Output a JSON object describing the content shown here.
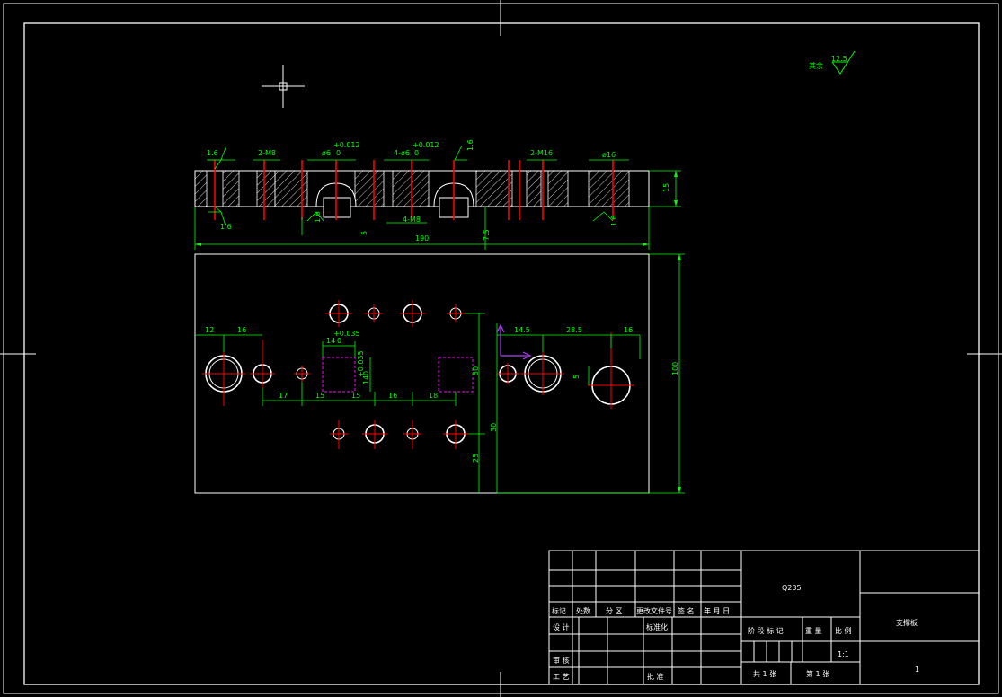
{
  "drawing": {
    "roughness_note_label": "其余",
    "roughness_note_value": "12.5",
    "section_view": {
      "labels": {
        "ra_left_top": "1.6",
        "thread_2m8": "2-M8",
        "bore_phi6": "ø6",
        "bore_phi6_zero": "0",
        "bore_phi6_tol": "+0.012",
        "holes_4phi6": "4-ø6",
        "holes_4phi6_zero": "0",
        "holes_4phi6_tol": "+0.012",
        "ra_top_mid": "1.6",
        "thread_2m16": "2-M16",
        "bore_phi16": "ø16",
        "thickness": "15",
        "ra_left_bottom": "1.6",
        "ra_bottom_a": "1.6",
        "dim_5": "5",
        "thread_4m8": "4-M8",
        "ra_bottom_b": "1.6",
        "overall_190": "190",
        "dim_7_5": "7.5"
      }
    },
    "plan_view": {
      "labels": {
        "dim_12": "12",
        "dim_16_left": "16",
        "dim_14_0": "14",
        "dim_14_0_zero": "0",
        "dim_14_0_tol": "+0.035",
        "dim_14_vert": "14",
        "dim_14_vert_zero": "0",
        "dim_14_vert_tol": "+0.035",
        "dim_50_mid": "50",
        "dim_17": "17",
        "dim_15_a": "15",
        "dim_15_b": "15",
        "dim_16_mid": "16",
        "dim_18": "18",
        "dim_14_5": "14.5",
        "dim_28_5": "28.5",
        "dim_16_right": "16",
        "dim_5_right": "5",
        "dim_30": "30",
        "dim_25": "25",
        "height_100": "100"
      }
    }
  },
  "title_block": {
    "material": "Q235",
    "part_name": "支撑板",
    "drawing_no": "1",
    "scale_value": "1:1",
    "headers": {
      "mark": "标记",
      "count": "处数",
      "zone": "分 区",
      "change_doc": "更改文件号",
      "signature": "签 名",
      "date": "年.月.日",
      "design": "设 计",
      "standardize": "标准化",
      "check": "审 核",
      "process": "工 艺",
      "approve": "批 准",
      "stage_mark": "阶 段 标 记",
      "weight": "重 量",
      "scale": "比 例",
      "sheets_total": "共 1 张",
      "sheet_no": "第 1 张"
    }
  },
  "colors": {
    "background": "#000000",
    "outline": "#ffffff",
    "dimension": "#00ff00",
    "centerline": "#ff0000",
    "hidden": "#ff00ff",
    "coord_marker": "#b040ff"
  }
}
